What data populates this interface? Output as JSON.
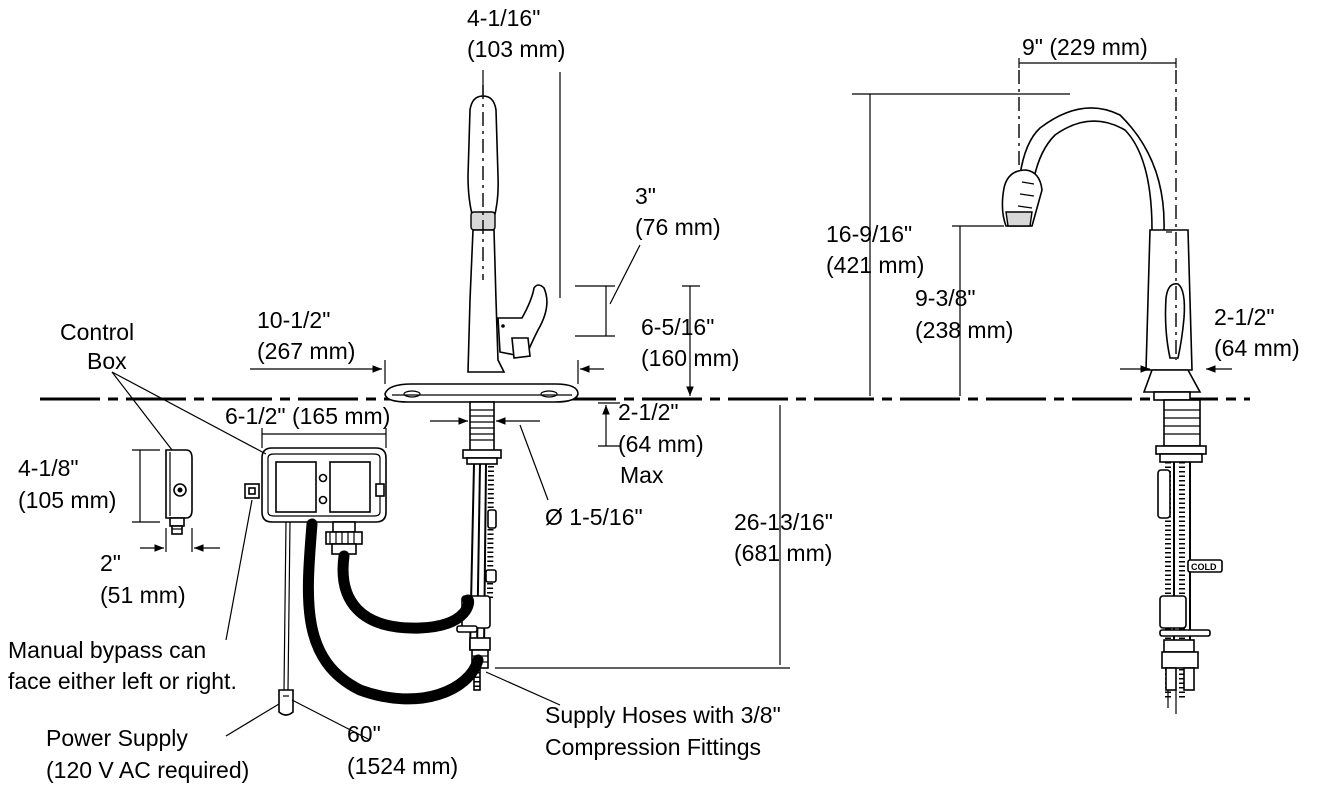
{
  "labels": {
    "spout_offset_top": "4-1/16\"",
    "spout_offset_top_mm": "(103 mm)",
    "handle_clear": "3\"",
    "handle_clear_mm": "(76 mm)",
    "reach": "10-1/2\"",
    "reach_mm": "(267 mm)",
    "handle_height": "6-5/16\"",
    "handle_height_mm": "(160 mm)",
    "deck_thickness": "2-1/2\"",
    "deck_thickness_mm": "(64 mm)",
    "deck_max": "Max",
    "hole_diameter": "Ø 1-5/16\"",
    "box_width": "6-1/2\" (165 mm)",
    "control_box_1": "Control",
    "control_box_2": "Box",
    "box_height": "4-1/8\"",
    "box_height_mm": "(105 mm)",
    "box_depth": "2\"",
    "box_depth_mm": "(51 mm)",
    "bypass_1": "Manual bypass can",
    "bypass_2": "face either left or right.",
    "power_1": "Power Supply",
    "power_2": "(120 V AC required)",
    "cable": "60\"",
    "cable_mm": "(1524 mm)",
    "supply_1": "Supply Hoses with 3/8\"",
    "supply_2": "Compression Fittings",
    "below_deck": "26-13/16\"",
    "below_deck_mm": "(681 mm)",
    "spout_reach": "9\" (229 mm)",
    "overall_height": "16-9/16\"",
    "overall_height_mm": "(421 mm)",
    "spray_clear": "9-3/8\"",
    "spray_clear_mm": "(238 mm)",
    "base_width": "2-1/2\"",
    "base_width_mm": "(64 mm)",
    "cold_tag": "COLD"
  }
}
